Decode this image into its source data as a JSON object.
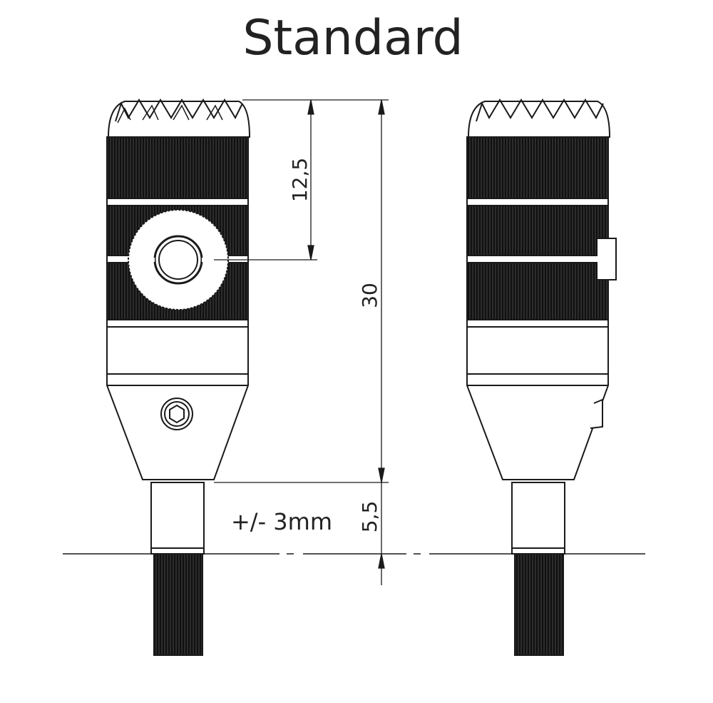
{
  "title": "Standard",
  "dimensions": {
    "dim_12_5": "12,5",
    "dim_30": "30",
    "dim_5_5": "5,5",
    "adjust_note": "+/- 3mm"
  },
  "colors": {
    "line": "#1a1a1a",
    "knurl": "#111111",
    "background": "#ffffff"
  }
}
